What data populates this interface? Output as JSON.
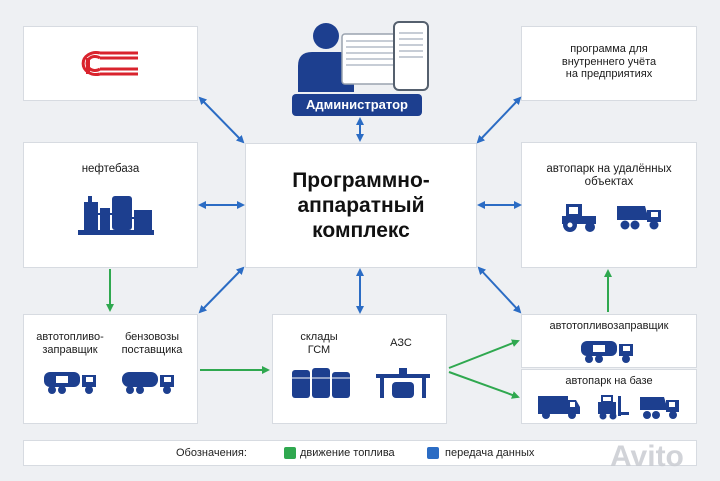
{
  "admin": {
    "label": "Администратор"
  },
  "one_c": {
    "logo_text": "1С"
  },
  "internal_program": {
    "label_lines": [
      "программа для",
      "внутреннего учёта",
      "на предприятиях"
    ]
  },
  "oil_depot": {
    "label": "нефтебаза"
  },
  "center": {
    "title_lines": [
      "Программно-",
      "аппаратный",
      "комплекс"
    ]
  },
  "remote_fleet": {
    "label_lines": [
      "автопарк на удалённых",
      "объектах"
    ]
  },
  "supplier": {
    "left_lines": [
      "автотопливо-",
      "заправщик"
    ],
    "right_lines": [
      "бензовозы",
      "поставщика"
    ]
  },
  "storage": {
    "left_lines": [
      "склады",
      "ГСМ"
    ],
    "right_label": "АЗС"
  },
  "fuel_truck_box": {
    "label": "автотопливозаправщик"
  },
  "base_fleet": {
    "label": "автопарк на базе"
  },
  "legend": {
    "title": "Обозначения:",
    "fuel": "движение топлива",
    "data": "передача данных",
    "fuel_color": "#2fa84f",
    "data_color": "#2b6cc4"
  },
  "watermark": {
    "text": "Avito"
  }
}
